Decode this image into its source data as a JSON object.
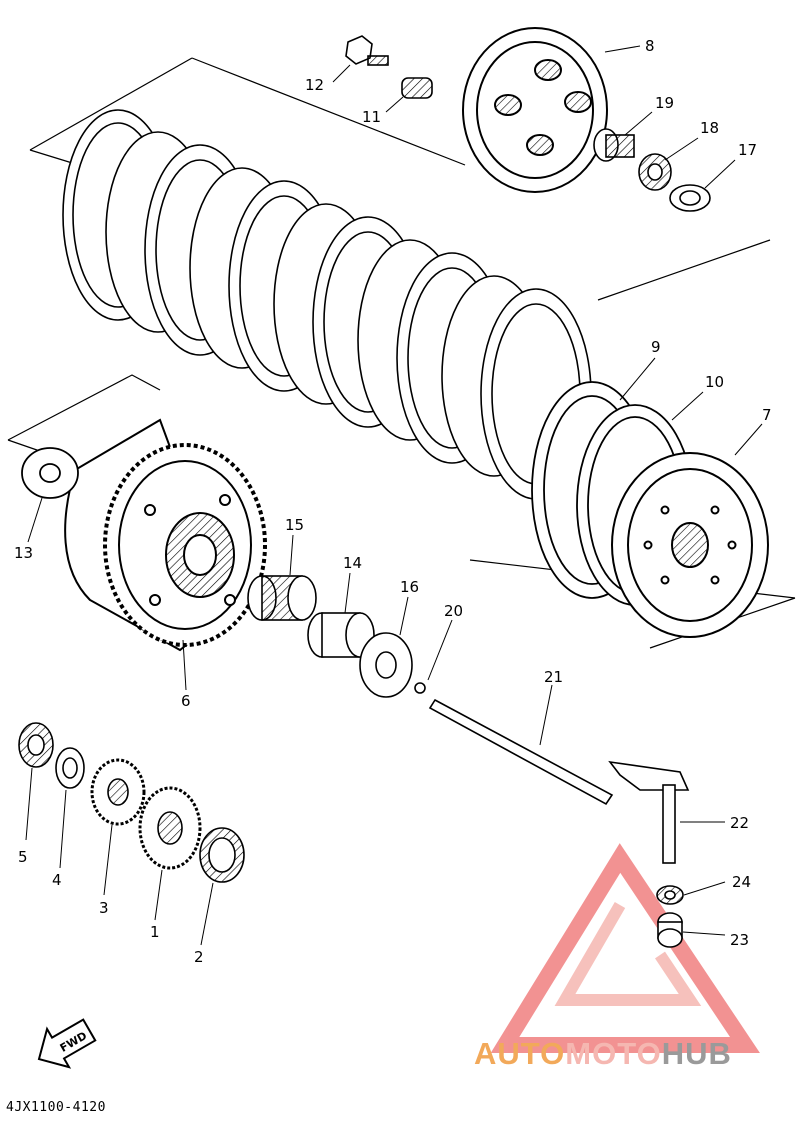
{
  "diagram_code": "4JX1100-4120",
  "fwd_label": "FWD",
  "watermark": {
    "part1": "AUTO",
    "part2": "MOTO",
    "part3": "HUB"
  },
  "callouts": {
    "c1": "1",
    "c2": "2",
    "c3": "3",
    "c4": "4",
    "c5": "5",
    "c6": "6",
    "c7": "7",
    "c8": "8",
    "c9": "9",
    "c10": "10",
    "c11": "11",
    "c12": "12",
    "c13": "13",
    "c14": "14",
    "c15": "15",
    "c16": "16",
    "c17": "17",
    "c18": "18",
    "c19": "19",
    "c20": "20",
    "c21": "21",
    "c22": "22",
    "c23": "23",
    "c24": "24"
  },
  "colors": {
    "line": "#000000",
    "watermark_red": "#f08080",
    "watermark_orange": "#f2a95a"
  }
}
